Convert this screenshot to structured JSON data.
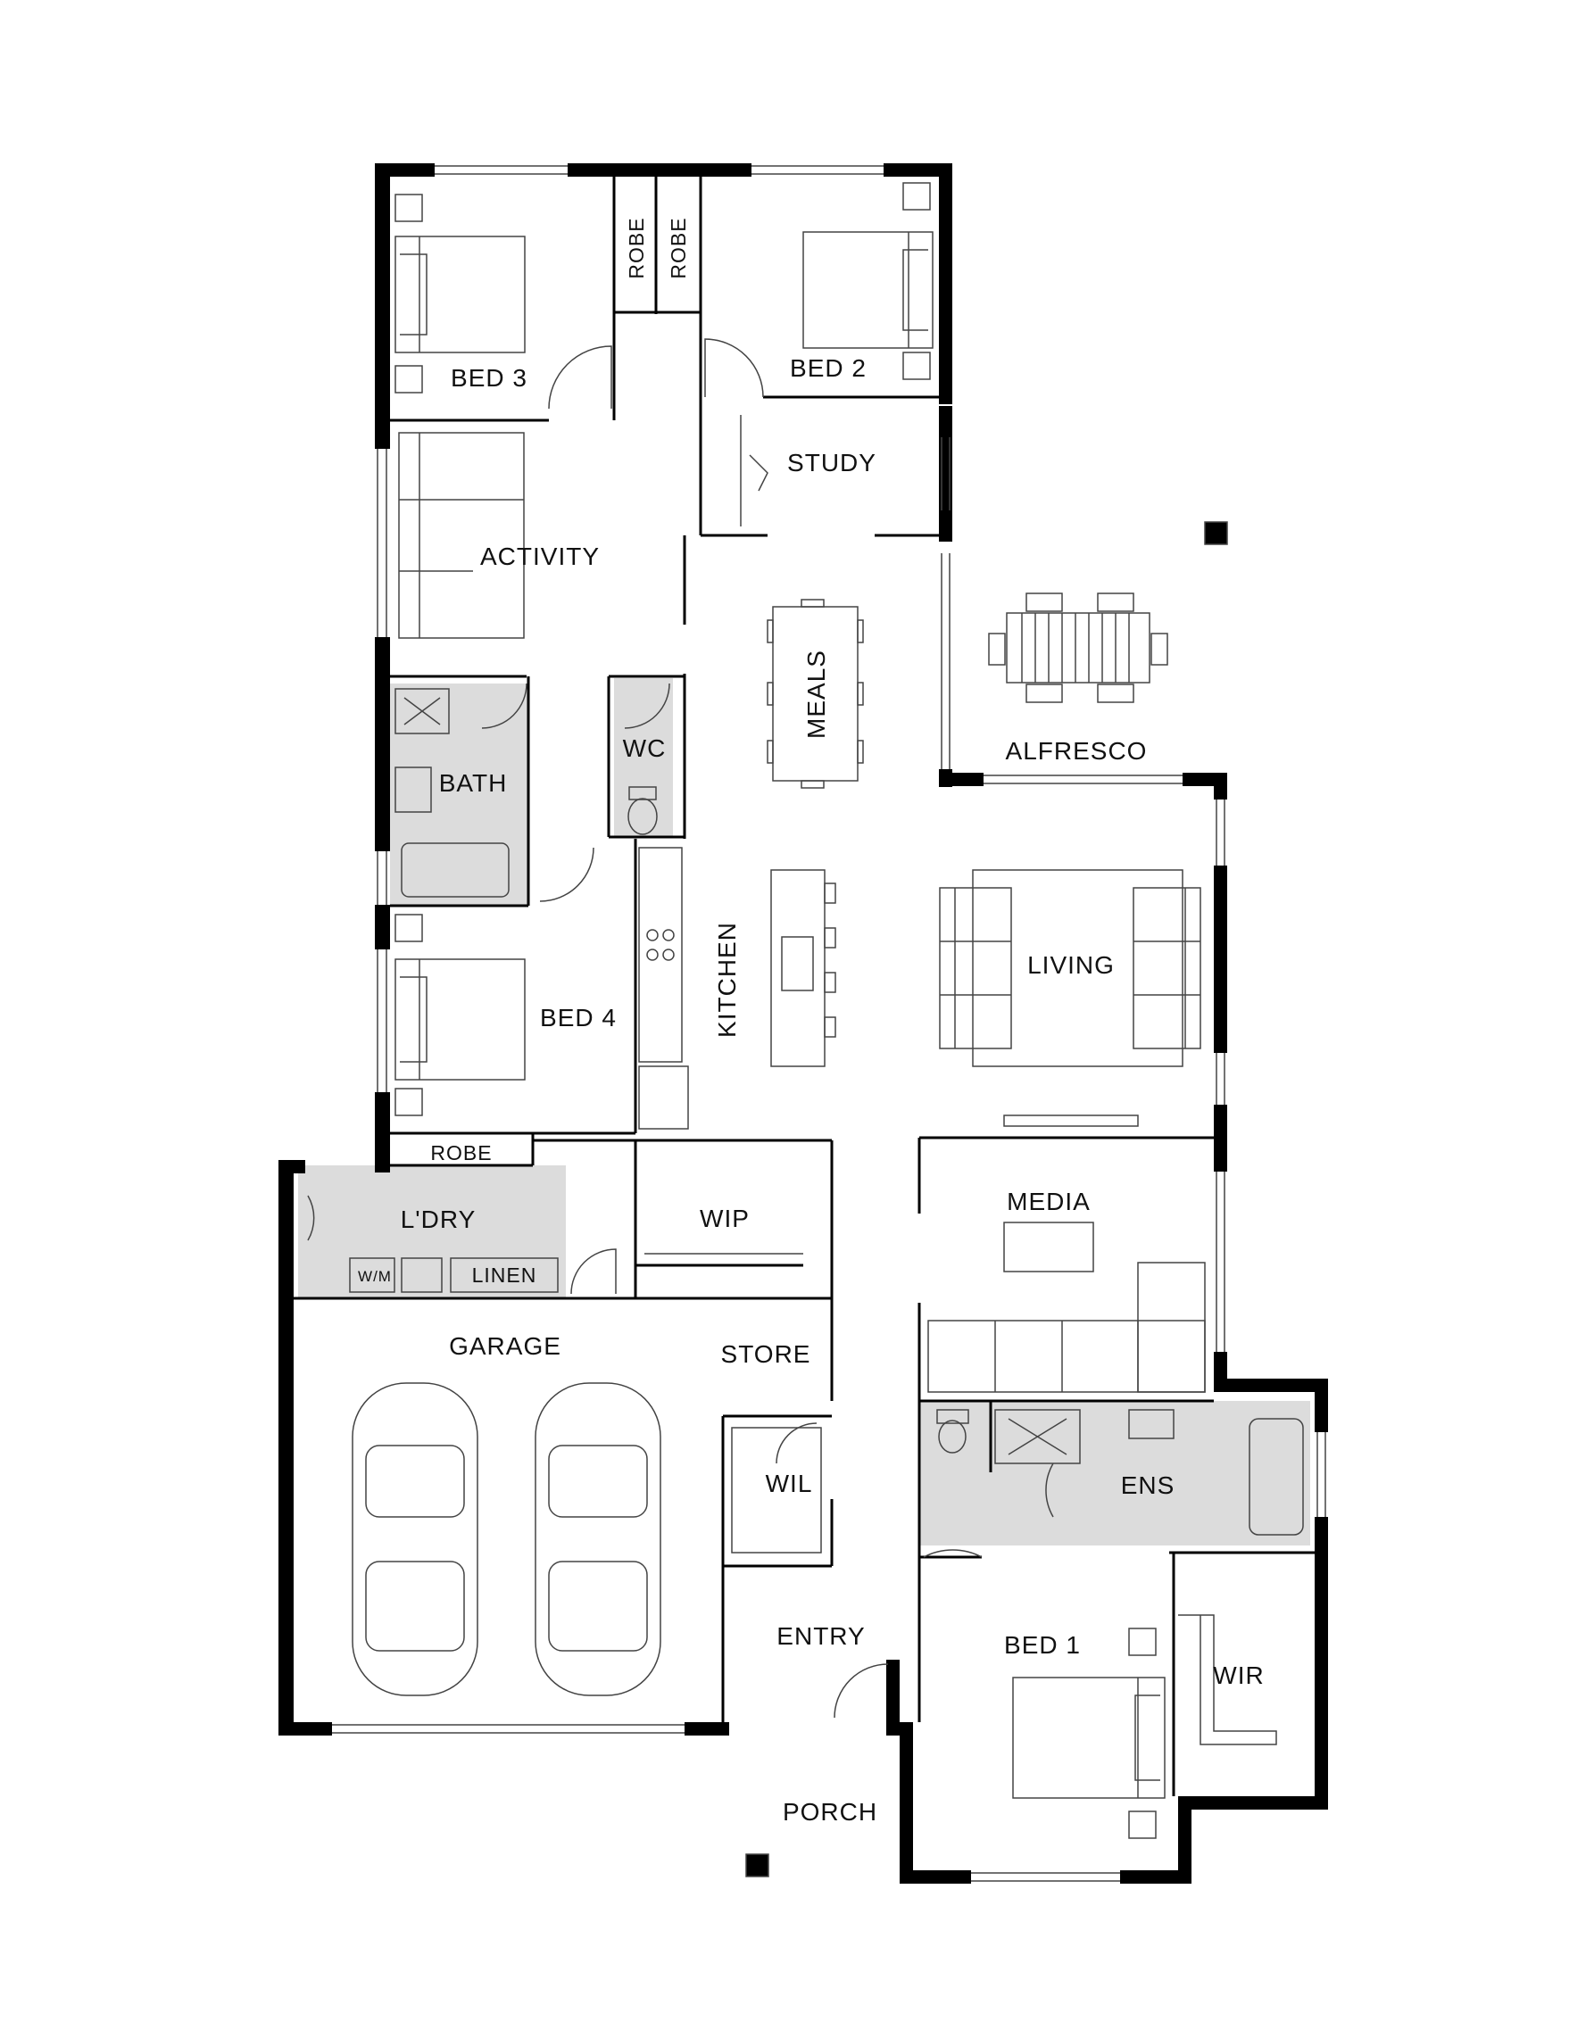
{
  "rooms": {
    "bed3": "BED 3",
    "bed2": "BED 2",
    "robe_a": "ROBE",
    "robe_b": "ROBE",
    "study": "STUDY",
    "activity": "ACTIVITY",
    "meals": "MEALS",
    "alfresco": "ALFRESCO",
    "bath": "BATH",
    "wc": "WC",
    "kitchen": "KITCHEN",
    "living": "LIVING",
    "bed4": "BED 4",
    "robe_c": "ROBE",
    "ldry": "L'DRY",
    "wm": "W/M",
    "linen": "LINEN",
    "wip": "WIP",
    "media": "MEDIA",
    "garage": "GARAGE",
    "store": "STORE",
    "wil": "WIL",
    "ens": "ENS",
    "entry": "ENTRY",
    "bed1": "BED 1",
    "wir": "WIR",
    "porch": "PORCH"
  },
  "colors": {
    "wall": "#000000",
    "wet_area": "#dcdcdc",
    "furniture": "#444444",
    "background": "#ffffff"
  }
}
